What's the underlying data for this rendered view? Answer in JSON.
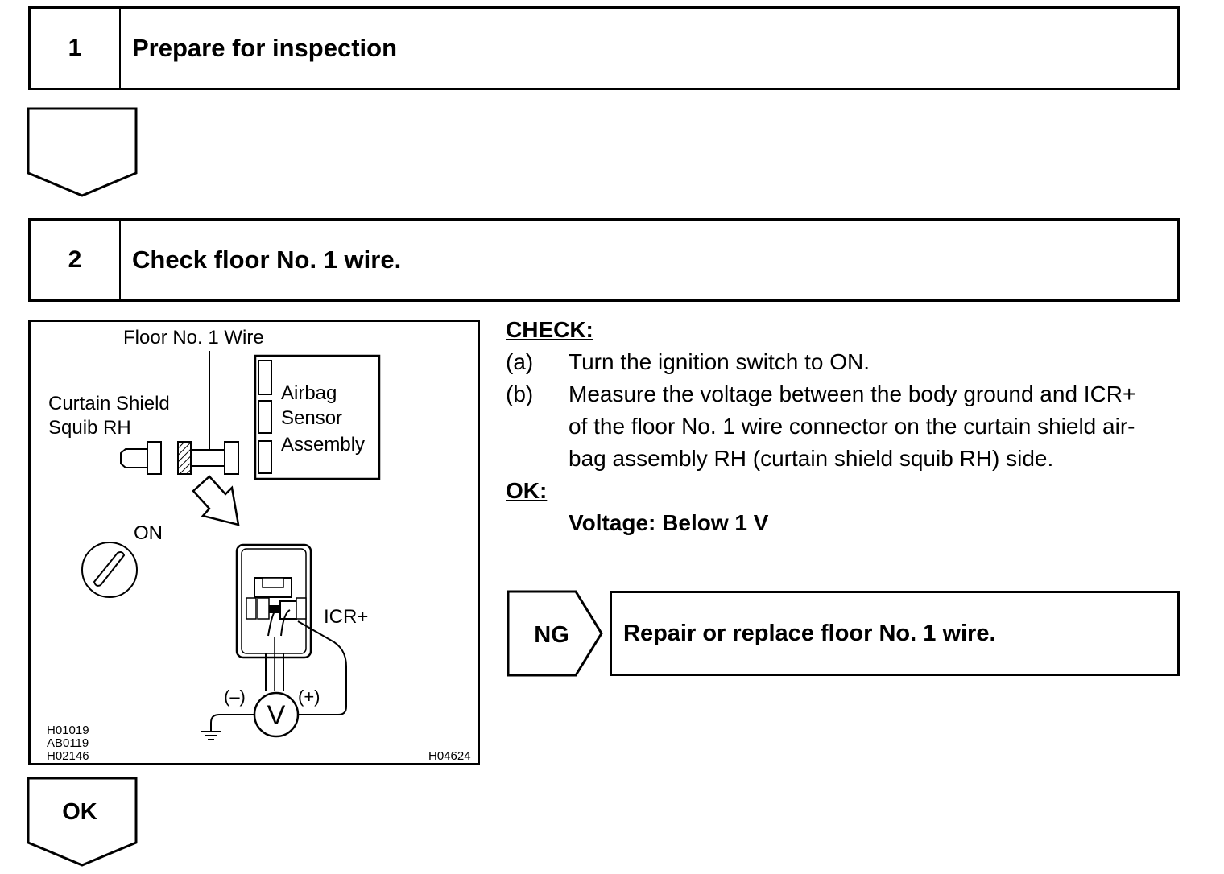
{
  "steps": [
    {
      "number": "1",
      "title": "Prepare for inspection"
    },
    {
      "number": "2",
      "title": "Check floor No. 1 wire."
    }
  ],
  "check": {
    "heading": "CHECK:",
    "items": [
      {
        "marker": "(a)",
        "lines": [
          "Turn the ignition switch to ON."
        ]
      },
      {
        "marker": "(b)",
        "lines": [
          "Measure the voltage between the body ground and ICR+",
          "of the floor No. 1 wire connector on the curtain shield air-",
          "bag assembly RH (curtain shield squib RH) side."
        ]
      }
    ],
    "ok_heading": "OK:",
    "ok_value": "Voltage: Below 1 V"
  },
  "results": {
    "ng_label": "NG",
    "ng_action": "Repair or replace floor No. 1 wire.",
    "ok_label": "OK"
  },
  "figure": {
    "wire_label": "Floor No. 1 Wire",
    "squib_label_1": "Curtain Shield",
    "squib_label_2": "Squib RH",
    "sensor_label_1": "Airbag",
    "sensor_label_2": "Sensor",
    "sensor_label_3": "Assembly",
    "ignition_label": "ON",
    "terminal_label": "ICR+",
    "minus_label": "(–)",
    "plus_label": "(+)",
    "meter_label": "V",
    "codes_left": [
      "H01019",
      "AB0119",
      "H02146"
    ],
    "code_right": "H04624"
  }
}
